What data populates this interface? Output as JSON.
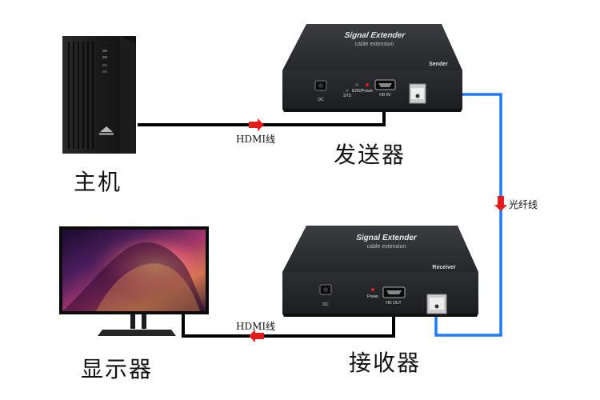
{
  "labels": {
    "host": "主机",
    "display": "显示器",
    "sender": "发送器",
    "receiver": "接收器",
    "hdmi_top": "HDMI线",
    "hdmi_bottom": "HDMI线",
    "fiber": "光纤线"
  },
  "sender_device": {
    "top_title": "Signal Extender",
    "top_subtitle": "cable extension",
    "role": "Sender",
    "ports": {
      "dc": "DC",
      "sys": "SYS",
      "edid": "EDID",
      "power": "Power",
      "hdmi": "HD IN"
    }
  },
  "receiver_device": {
    "top_title": "Signal Extender",
    "top_subtitle": "cable extension",
    "role": "Receiver",
    "ports": {
      "dc": "DC",
      "power": "Power",
      "hdmi": "HD OUT"
    }
  },
  "colors": {
    "hdmi_cable": "#000000",
    "fiber_cable": "#1e7bff",
    "arrow": "#e21b1b",
    "device_body": "#2b2d30"
  }
}
